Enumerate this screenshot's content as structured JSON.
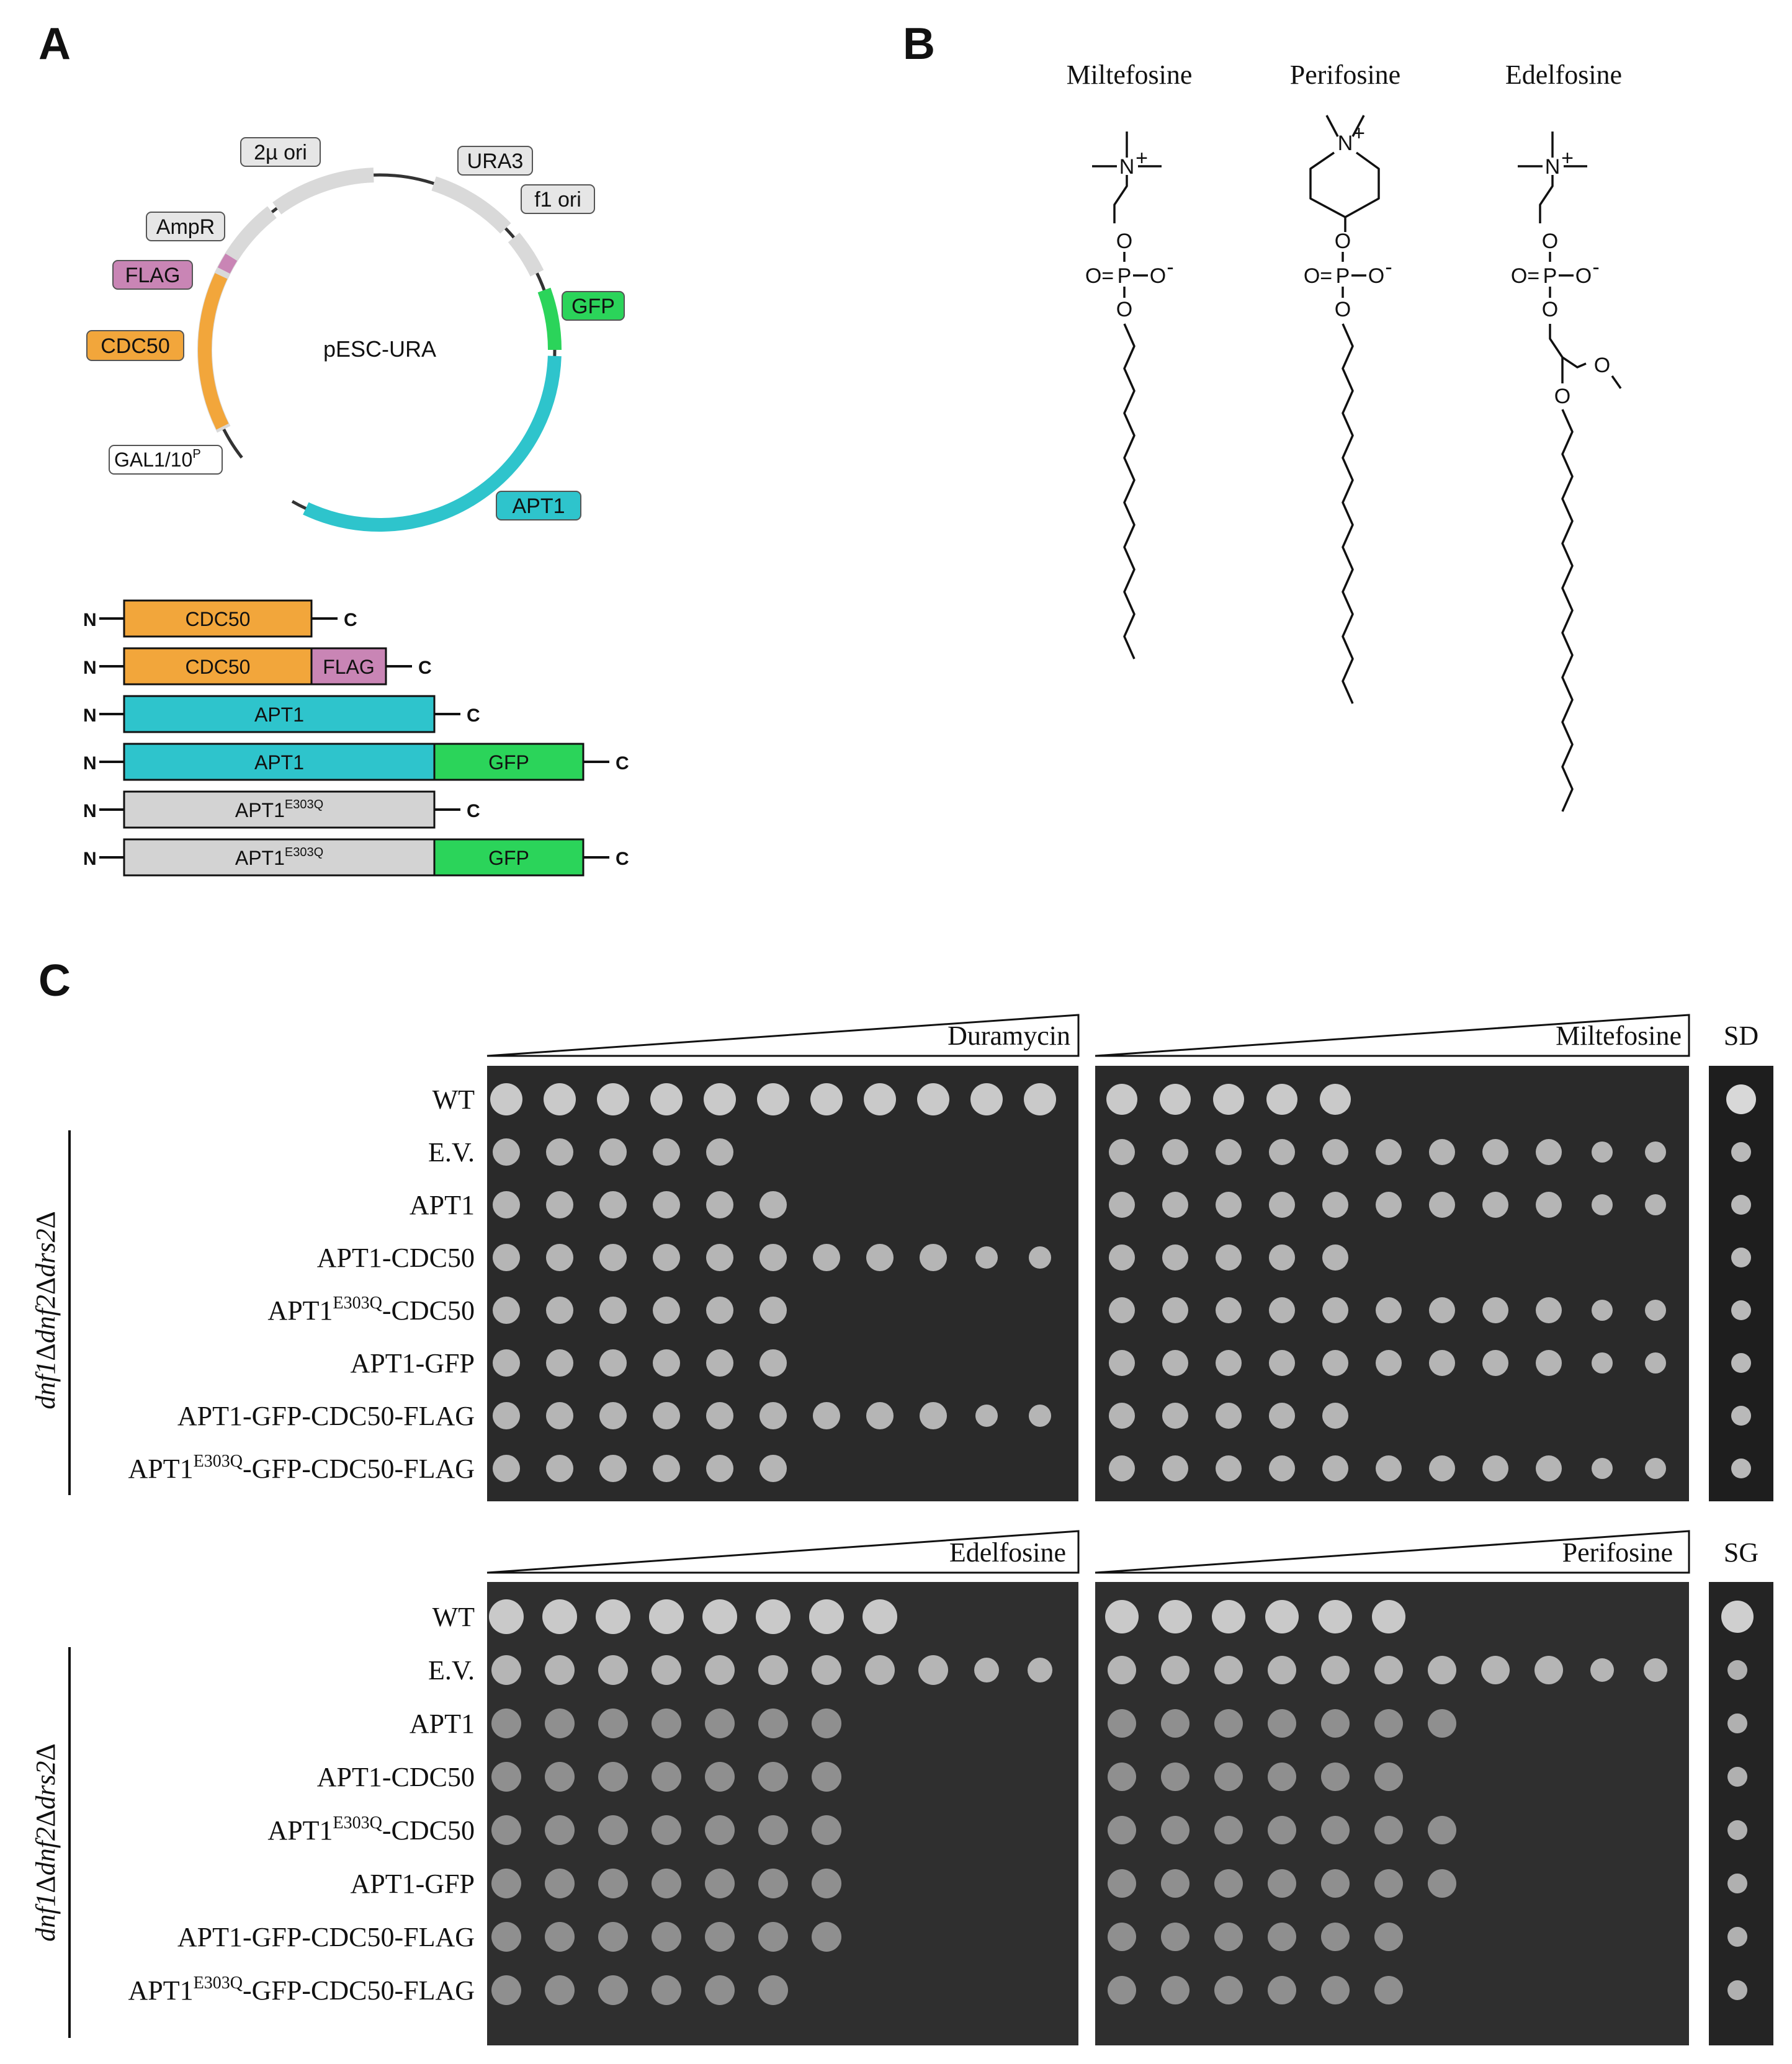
{
  "panels": {
    "a": "A",
    "b": "B",
    "c": "C"
  },
  "plasmid": {
    "name": "pESC-URA",
    "features": {
      "two_micron": "2µ ori",
      "ura3": "URA3",
      "f1": "f1 ori",
      "ampr": "AmpR",
      "flag": "FLAG",
      "gfp": "GFP",
      "cdc50": "CDC50",
      "gal_main": "GAL1/10",
      "gal_sup": "P",
      "apt1": "APT1"
    }
  },
  "constructs": {
    "n": "N",
    "c": "C",
    "cdc50": "CDC50",
    "flag": "FLAG",
    "apt1": "APT1",
    "gfp": "GFP",
    "mut_sup": "E303Q"
  },
  "compounds": {
    "miltefosine": "Miltefosine",
    "perifosine": "Perifosine",
    "edelfosine": "Edelfosine",
    "atoms": {
      "o": "O",
      "p": "P",
      "n": "N",
      "plus": "+",
      "minus": "-",
      "o_eq": "O="
    }
  },
  "spot_assay": {
    "strain_label": {
      "parts": [
        "dnf1",
        "Δ",
        "dnf2",
        "Δ",
        "drs2",
        "Δ"
      ]
    },
    "top": {
      "drugs": [
        "Duramycin",
        "Miltefosine"
      ],
      "control": "SD"
    },
    "bottom": {
      "drugs": [
        "Edelfosine",
        "Perifosine"
      ],
      "control": "SG"
    },
    "rows": [
      {
        "main": "WT",
        "sup": "",
        "rest": ""
      },
      {
        "main": "E.V.",
        "sup": "",
        "rest": ""
      },
      {
        "main": "APT1",
        "sup": "",
        "rest": ""
      },
      {
        "main": "APT1-CDC50",
        "sup": "",
        "rest": ""
      },
      {
        "main": "APT1",
        "sup": "E303Q",
        "rest": "-CDC50"
      },
      {
        "main": "APT1-GFP",
        "sup": "",
        "rest": ""
      },
      {
        "main": "APT1-GFP-CDC50-FLAG",
        "sup": "",
        "rest": ""
      },
      {
        "main": "APT1",
        "sup": "E303Q",
        "rest": "-GFP-CDC50-FLAG"
      }
    ],
    "growth_spots": {
      "note": "visible colony spots per row (left to right, 11 dilution columns)",
      "duramycin": [
        11,
        5,
        6,
        11,
        6,
        6,
        11,
        6
      ],
      "miltefosine": [
        5,
        11,
        11,
        5,
        11,
        11,
        5,
        11
      ],
      "edelfosine": [
        8,
        11,
        7,
        7,
        7,
        7,
        7,
        6
      ],
      "perifosine": [
        6,
        11,
        7,
        6,
        7,
        7,
        6,
        6
      ]
    }
  }
}
